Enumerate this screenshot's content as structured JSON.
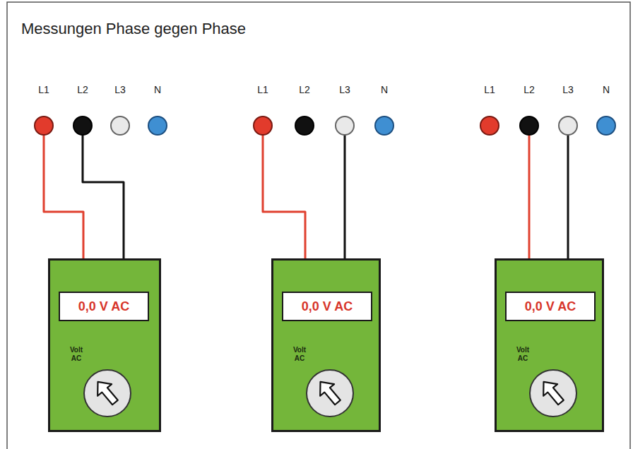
{
  "diagram": {
    "title": "Messungen Phase gegen Phase",
    "nodes": [
      {
        "text": [
          "L1"
        ]
      },
      {
        "text": [
          "L2"
        ]
      },
      {
        "text": [
          "L3"
        ]
      },
      {
        "text": [
          "N"
        ]
      },
      {
        "text": [
          "L1"
        ]
      },
      {
        "text": [
          "L2"
        ]
      },
      {
        "text": [
          "L3"
        ]
      },
      {
        "text": [
          "N"
        ]
      },
      {
        "text": [
          "L1"
        ]
      },
      {
        "text": [
          "L2"
        ]
      },
      {
        "text": [
          "L3"
        ]
      },
      {
        "text": [
          "N"
        ]
      },
      {
        "text": [
          "Volt AC"
        ]
      },
      {
        "text": [
          "0,0 V AC"
        ],
        "in": 12
      },
      {
        "text": [
          "Volt AC"
        ]
      },
      {
        "text": [
          "0,0 V AC"
        ],
        "in": 14
      },
      {
        "text": [
          "Volt AC"
        ]
      },
      {
        "text": [
          "0,0 V AC"
        ],
        "in": 16
      }
    ],
    "edges": [
      {
        "from": 0,
        "to": 12,
        "arrow": "none"
      },
      {
        "from": 1,
        "to": 12,
        "arrow": "none"
      },
      {
        "from": 4,
        "to": 14,
        "arrow": "none"
      },
      {
        "from": 6,
        "to": 14,
        "arrow": "none"
      },
      {
        "from": 9,
        "to": 16,
        "arrow": "none"
      },
      {
        "from": 10,
        "to": 16,
        "arrow": "none"
      }
    ]
  }
}
